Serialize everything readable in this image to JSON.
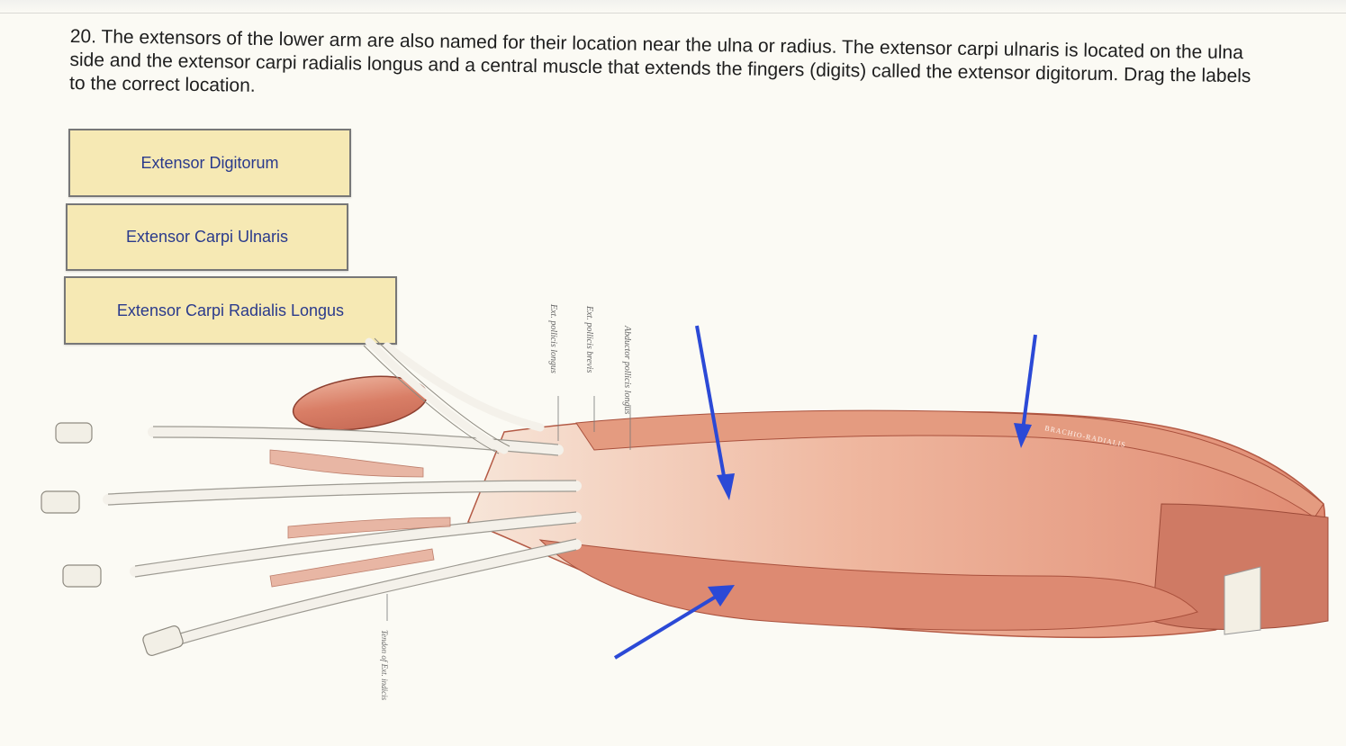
{
  "question": {
    "number": "20.",
    "text": "The extensors of the lower arm are also named for their location near the ulna or radius. The extensor carpi ulnaris is located on the ulna side and the extensor carpi radialis longus and a central muscle that extends the fingers (digits) called the extensor digitorum.  Drag the labels to the correct location."
  },
  "labels": [
    {
      "text": "Extensor Digitorum"
    },
    {
      "text": "Extensor Carpi Ulnaris"
    },
    {
      "text": "Extensor Carpi Radialis Longus"
    }
  ],
  "illustration": {
    "annotations": [
      "Abductor pollicis longus",
      "Ext. pollicis brevis",
      "Ext. pollicis longus",
      "BRACHIO-RADIALIS",
      "Tendon of Ext. indicis"
    ]
  },
  "colors": {
    "label_fill": "#f6e9b4",
    "label_text": "#2a3a8c",
    "arrow": "#2b49d6",
    "muscle": "#d9826e",
    "tendon": "#f4f1ea"
  }
}
